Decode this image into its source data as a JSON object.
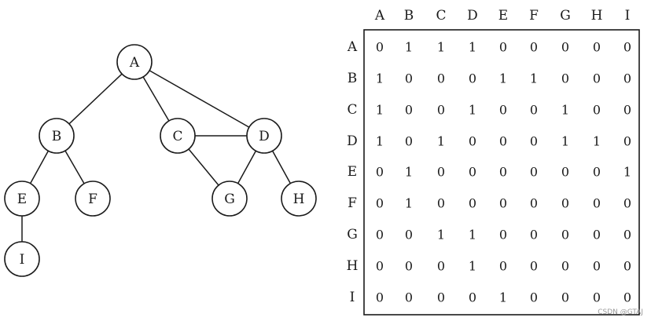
{
  "graph": {
    "nodes": [
      {
        "id": "A",
        "label": "A"
      },
      {
        "id": "B",
        "label": "B"
      },
      {
        "id": "C",
        "label": "C"
      },
      {
        "id": "D",
        "label": "D"
      },
      {
        "id": "E",
        "label": "E"
      },
      {
        "id": "F",
        "label": "F"
      },
      {
        "id": "G",
        "label": "G"
      },
      {
        "id": "H",
        "label": "H"
      },
      {
        "id": "I",
        "label": "I"
      }
    ],
    "edges": [
      [
        "A",
        "B"
      ],
      [
        "A",
        "C"
      ],
      [
        "A",
        "D"
      ],
      [
        "B",
        "E"
      ],
      [
        "B",
        "F"
      ],
      [
        "C",
        "D"
      ],
      [
        "C",
        "G"
      ],
      [
        "D",
        "G"
      ],
      [
        "D",
        "H"
      ],
      [
        "E",
        "I"
      ]
    ]
  },
  "matrix": {
    "column_headers": [
      "A",
      "B",
      "C",
      "D",
      "E",
      "F",
      "G",
      "H",
      "I"
    ],
    "row_headers": [
      "A",
      "B",
      "C",
      "D",
      "E",
      "F",
      "G",
      "H",
      "I"
    ],
    "rows": [
      [
        "0",
        "1",
        "1",
        "1",
        "0",
        "0",
        "0",
        "0",
        "0"
      ],
      [
        "1",
        "0",
        "0",
        "0",
        "1",
        "1",
        "0",
        "0",
        "0"
      ],
      [
        "1",
        "0",
        "0",
        "1",
        "0",
        "0",
        "1",
        "0",
        "0"
      ],
      [
        "1",
        "0",
        "1",
        "0",
        "0",
        "0",
        "1",
        "1",
        "0"
      ],
      [
        "0",
        "1",
        "0",
        "0",
        "0",
        "0",
        "0",
        "0",
        "1"
      ],
      [
        "0",
        "1",
        "0",
        "0",
        "0",
        "0",
        "0",
        "0",
        "0"
      ],
      [
        "0",
        "0",
        "1",
        "1",
        "0",
        "0",
        "0",
        "0",
        "0"
      ],
      [
        "0",
        "0",
        "0",
        "1",
        "0",
        "0",
        "0",
        "0",
        "0"
      ],
      [
        "0",
        "0",
        "0",
        "0",
        "1",
        "0",
        "0",
        "0",
        "0"
      ]
    ]
  },
  "watermark": "CSDN @GTAJ"
}
